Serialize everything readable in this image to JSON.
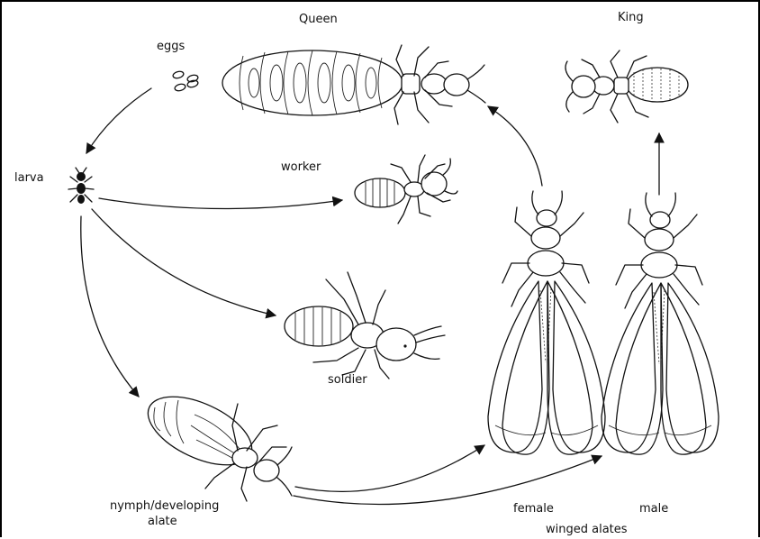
{
  "labels": {
    "queen": "Queen",
    "king": "King",
    "eggs": "eggs",
    "larva": "larva",
    "worker": "worker",
    "soldier": "soldier",
    "nymph_line1": "nymph/developing",
    "nymph_line2": "alate",
    "female": "female",
    "male": "male",
    "winged_alates": "winged alates"
  }
}
